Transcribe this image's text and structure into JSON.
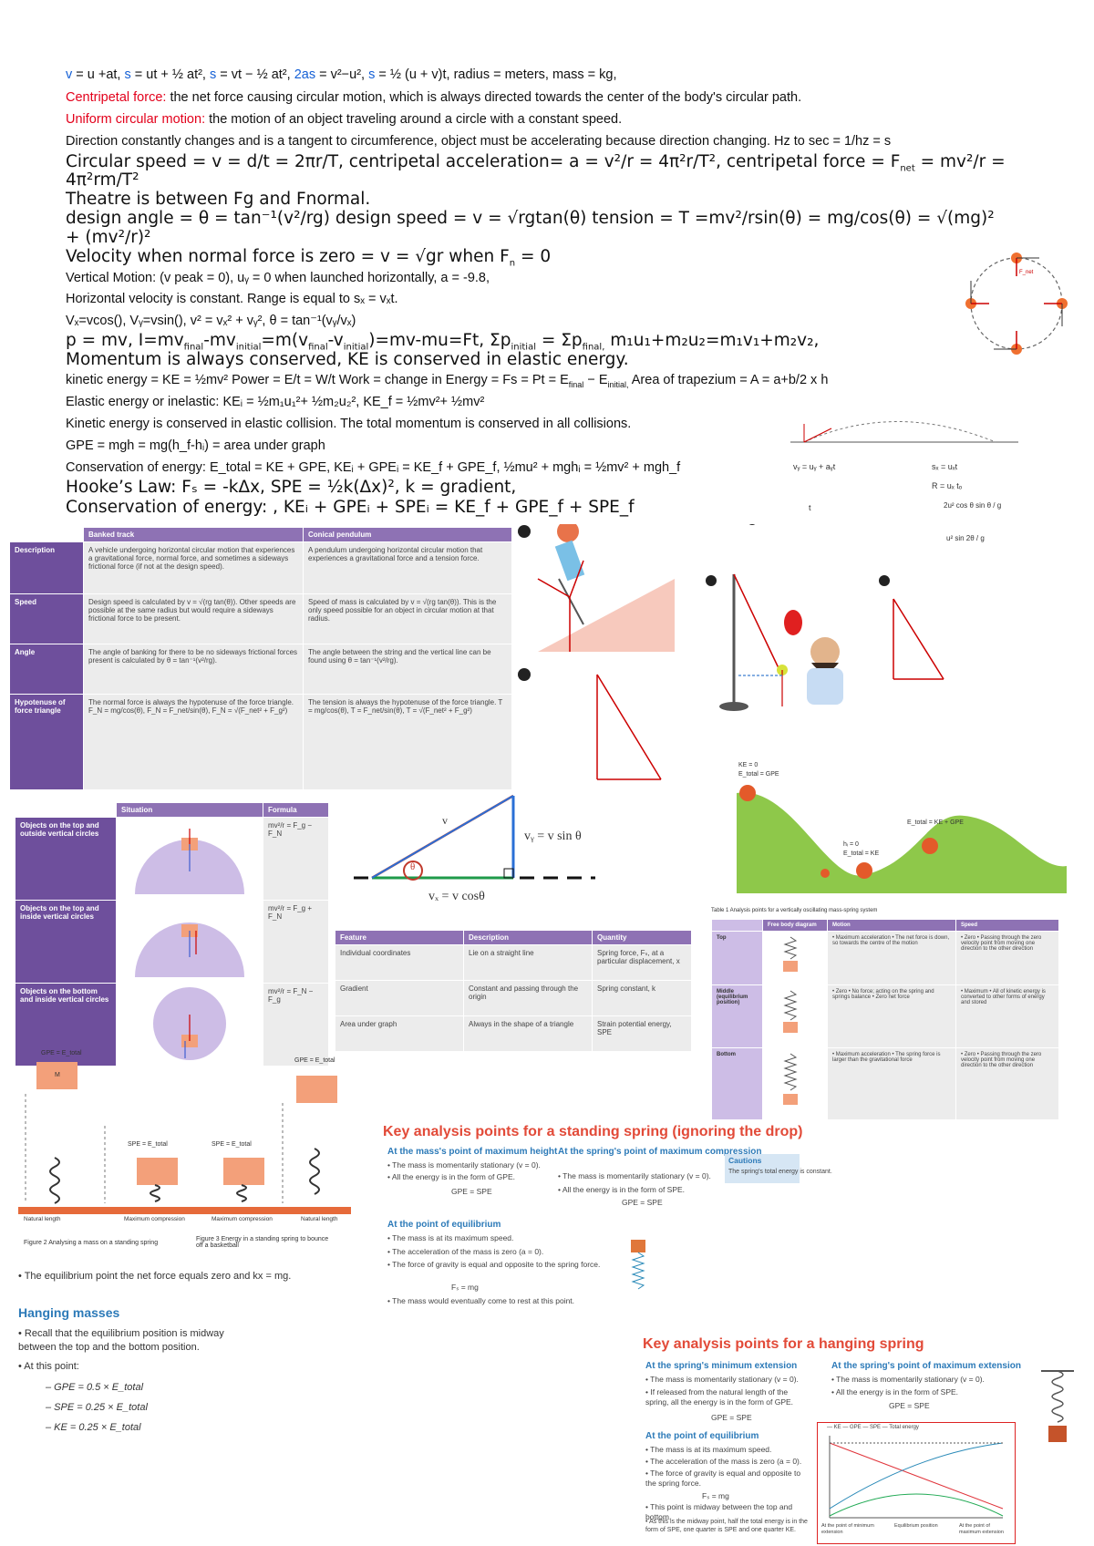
{
  "formulas": {
    "line1_v": "v",
    "line1_rest1": " = u +at, ",
    "line1_s1": "s",
    "line1_rest2": " = ut + ½ at², ",
    "line1_s2": "s",
    "line1_rest3": " = vt − ½ at², ",
    "line1_2as": "2as",
    "line1_rest4": " = v²−u², ",
    "line1_s3": "s",
    "line1_rest5": " = ½ (u + v)t, radius = meters, mass = kg,",
    "centripetal_term": "Centripetal force:",
    "centripetal_def": " the net force causing circular motion, which is always directed towards the center of the body's circular path.",
    "ucm_term": "Uniform circular motion:",
    "ucm_def": " the motion of an object traveling around a circle with a constant speed.",
    "direction_line": "Direction constantly changes and is a tangent to circumference, object must be accelerating because direction changing. Hz to sec = 1/hz = s",
    "circular_speed": "Circular speed = v = d/t = 2πr/T,      centripetal acceleration= a = v²/r = 4π²r/T²,        centripetal force = F",
    "circular_speed_sub": "net",
    "circular_speed_end": " = mv²/r =",
    "circular_speed_2": "4π²rm/T²",
    "theatre": "Theatre is  between Fg and Fnormal.",
    "design_angle": "design angle = θ = tan⁻¹(v²/rg)     design speed = v = √rgtan(θ)       tension = T =mv²/rsin(θ) = mg/cos(θ) = √(mg)²",
    "design_angle_2": "+ (mv²/r)²",
    "velocity_normal": "Velocity when normal force is zero = v = √gr when F",
    "velocity_normal_sub": "n",
    "velocity_normal_end": " = 0",
    "vertical_motion": "Vertical Motion: (v peak = 0), uᵧ = 0 when launched horizontally, a = -9.8,",
    "horizontal": "Horizontal velocity is constant. Range is equal to sₓ = vₓt.",
    "components": "Vₓ=vcos(), Vᵧ=vsin(), v² = vₓ² + vᵧ², θ = tan⁻¹(vᵧ/vₓ)",
    "momentum_eq": "p = mv, I=mv",
    "momentum_sub1": "final",
    "momentum_mid1": "-mv",
    "momentum_sub2": "initial",
    "momentum_mid2": "=m(v",
    "momentum_sub3": "final",
    "momentum_mid3": "-v",
    "momentum_sub4": "initial",
    "momentum_end": ")=mv-mu=Ft,   Σp",
    "momentum_sub5": "initial",
    "momentum_mid5": " = Σp",
    "momentum_sub6": "final,",
    "momentum_tail": "  m₁u₁+m₂u₂=m₁v₁+m₂v₂,",
    "momentum_conserved": "Momentum is always conserved, KE is conserved in elastic energy.",
    "ke_line": "kinetic energy = KE = ½mv²    Power = E/t = W/t    Work = change in Energy = Fs = Pt = E",
    "ke_sub1": "final",
    "ke_mid": " − E",
    "ke_sub2": "initial,",
    "ke_tail": " Area of trapezium = A = a+b/2 x h",
    "elastic_line": "Elastic energy or inelastic: KEᵢ = ½m₁u₁²+ ½m₂u₂², KE_f = ½mv²+ ½mv²",
    "kinetic_conserved": "Kinetic energy is conserved in elastic collision. The total momentum is conserved in all collisions.",
    "gpe_line": "GPE = mgh = mg(h_f-hᵢ) = area under graph",
    "conservation_line": "Conservation of energy: E_total = KE + GPE, KEᵢ + GPEᵢ = KE_f + GPE_f,  ½mu² + mghᵢ = ½mv² + mgh_f",
    "hooke_line": "Hooke’s Law: Fₛ = -kΔx,      SPE = ½k(Δx)²,  k = gradient,",
    "conservation_spe": " Conservation of energy: , KEᵢ + GPEᵢ + SPEᵢ = KE_f + GPE_f + SPE_f"
  },
  "banked_table": {
    "headers": [
      "",
      "Banked track",
      "Conical pendulum"
    ],
    "rows": [
      {
        "label": "Description",
        "banked": "A vehicle undergoing horizontal circular motion that experiences a gravitational force, normal force, and sometimes a sideways frictional force (if not at the design speed).",
        "conical": "A pendulum undergoing horizontal circular motion that experiences a gravitational force and a tension force."
      },
      {
        "label": "Speed",
        "banked": "Design speed is calculated by v = √(rg tan(θ)). Other speeds are possible at the same radius but would require a sideways frictional force to be present.",
        "conical": "Speed of mass is calculated by v = √(rg tan(θ)). This is the only speed possible for an object in circular motion at that radius."
      },
      {
        "label": "Angle",
        "banked": "The angle of banking for there to be no sideways frictional forces present is calculated by θ = tan⁻¹(v²/rg).",
        "conical": "The angle between the string and the vertical line can be found using θ = tan⁻¹(v²/rg)."
      },
      {
        "label": "Hypotenuse of force triangle",
        "banked": "The normal force is always the hypotenuse of the force triangle. F_N = mg/cos(θ), F_N = F_net/sin(θ), F_N = √(F_net² + F_g²)",
        "conical": "The tension is always the hypotenuse of the force triangle. T = mg/cos(θ), T = F_net/sin(θ), T = √(F_net² + F_g²)"
      }
    ]
  },
  "vertical_table": {
    "headers": [
      "",
      "Situation",
      "Formula"
    ],
    "rows": [
      {
        "label": "Objects on the top and outside vertical circles",
        "formula": "mv²/r = F_g − F_N"
      },
      {
        "label": "Objects on the top and inside vertical circles",
        "formula": "mv²/r = F_g + F_N"
      },
      {
        "label": "Objects on the bottom and inside vertical circles",
        "formula": "mv²/r = F_N − F_g"
      }
    ]
  },
  "spring_table": {
    "headers": [
      "Feature",
      "Description",
      "Quantity"
    ],
    "rows": [
      {
        "feature": "Individual coordinates",
        "desc": "Lie on a straight line",
        "qty": "Spring force, Fₛ, at a particular displacement, x"
      },
      {
        "feature": "Gradient",
        "desc": "Constant and passing through the origin",
        "qty": "Spring constant, k"
      },
      {
        "feature": "Area under graph",
        "desc": "Always in the shape of a triangle",
        "qty": "Strain potential energy, SPE"
      }
    ]
  },
  "right_spring_table": {
    "caption": "Table 1 Analysis points for a vertically oscillating mass-spring system",
    "headers": [
      "",
      "Free body diagram",
      "Motion",
      "Speed"
    ],
    "rows": [
      {
        "label": "Top",
        "motion": "• Maximum acceleration • The net force is down, so towards the centre of the motion",
        "speed": "• Zero • Passing through the zero velocity point from moving one direction to the other direction"
      },
      {
        "label": "Middle (equilibrium position)",
        "motion": "• Zero • No force; acting on the spring and springs balance • Zero net force",
        "speed": "• Maximum • All of kinetic energy is converted to other forms of energy and stored"
      },
      {
        "label": "Bottom",
        "motion": "• Maximum acceleration • The spring force is larger than the gravitational force",
        "speed": "• Zero • Passing through the zero velocity point from moving one direction to the other direction"
      }
    ]
  },
  "projectile_labels": {
    "vy": "vᵧ = v sin θ",
    "vx": "vₓ = v cosθ",
    "v": "v",
    "theta": "θ"
  },
  "energy_graph": {
    "ke0": "KE = 0",
    "etotal": "E_total = GPE",
    "etotal2": "E_total = KE + GPE",
    "h0": "hᵢ = 0",
    "ke_total": "E_total = KE"
  },
  "projectile_small": {
    "vy": "vᵧ = uᵧ + aᵧt",
    "sx": "sₓ = uₓt",
    "t": "t",
    "r": "R = uₓ tₒ",
    "formula": "2u² cos θ sin θ / g",
    "formula2": "u² sin 2θ / g"
  },
  "standing_spring": {
    "title": "Key analysis points for a standing spring (ignoring the drop)",
    "max_height_h": "At the mass's point of maximum height",
    "max_height_b1": "• The mass is momentarily stationary (v = 0).",
    "max_height_b2": "• All the energy is in the form of GPE.",
    "max_height_eq": "GPE = SPE",
    "max_comp_h": "At the spring's point of maximum compression",
    "max_comp_b1": "• The mass is momentarily stationary (v = 0).",
    "max_comp_b2": "• All the energy is in the form of SPE.",
    "max_comp_eq": "GPE = SPE",
    "caution_h": "Cautions",
    "caution_t": "The spring's total energy is constant.",
    "equil_h": "At the point of equilibrium",
    "equil_b1": "• The mass is at its maximum speed.",
    "equil_b2": "• The acceleration of the mass is zero (a = 0).",
    "equil_b3": "• The force of gravity is equal and opposite to the spring force.",
    "equil_eq": "Fₛ = mg",
    "equil_b4": "• The mass would eventually come to rest at this point."
  },
  "hanging_spring": {
    "title": "Key analysis points for a hanging spring",
    "min_ext_h": "At the spring's minimum extension",
    "min_ext_b1": "• The mass is momentarily stationary (v = 0).",
    "min_ext_b2": "• If released from the natural length of the spring, all the energy is in the form of GPE.",
    "min_ext_eq": "GPE = SPE",
    "max_ext_h": "At the spring's point of maximum extension",
    "max_ext_b1": "• The mass is momentarily stationary (v = 0).",
    "max_ext_b2": "• All the energy is in the form of SPE.",
    "max_ext_eq": "GPE = SPE",
    "equil_h": "At the point of equilibrium",
    "equil_b1": "• The mass is at its maximum speed.",
    "equil_b2": "• The acceleration of the mass is zero (a = 0).",
    "equil_b3": "• The force of gravity is equal and opposite to the spring force.",
    "equil_eq": "Fₛ = mg",
    "equil_b4": "• This point is midway between the top and bottom.",
    "equil_b5": "• As this is the midway point, half the total energy is in the form of SPE, one quarter is SPE and one quarter KE.",
    "graph_legend": "— KE   — GPE   — SPE   — Total energy",
    "graph_label1": "At the point of minimum extension",
    "graph_label2": "Equilibrium position",
    "graph_label3": "At the point of maximum extension"
  },
  "left_bottom": {
    "fig_caption1": "Figure 2 Analysing a mass on a standing spring",
    "fig_caption2": "Figure 3 Energy in a standing spring to bounce off a basketball",
    "natural": "Natural length",
    "maxcomp": "Maximum compression",
    "maxcomp2": "Maximum compression",
    "natural2": "Natural length",
    "equilibrium_note": "• The equilibrium point the net force equals zero and kx = mg.",
    "hanging_title": "Hanging masses",
    "hang_b1": "• Recall that the equilibrium position is midway",
    "hang_b1b": "   between the top and the bottom position.",
    "hang_b2": "• At this point:",
    "hang_gpe": "– GPE = 0.5 × E_total",
    "hang_spe": "– SPE = 0.25 × E_total",
    "hang_ke": "– KE = 0.25 × E_total",
    "gpe_label": "GPE = E_total",
    "spe_label": "SPE = E_total",
    "gpe_label2": "GPE = E_total",
    "spe_label2": "SPE = E_total",
    "m": "M"
  },
  "circle_diagram": {
    "fnet": "F_net"
  }
}
